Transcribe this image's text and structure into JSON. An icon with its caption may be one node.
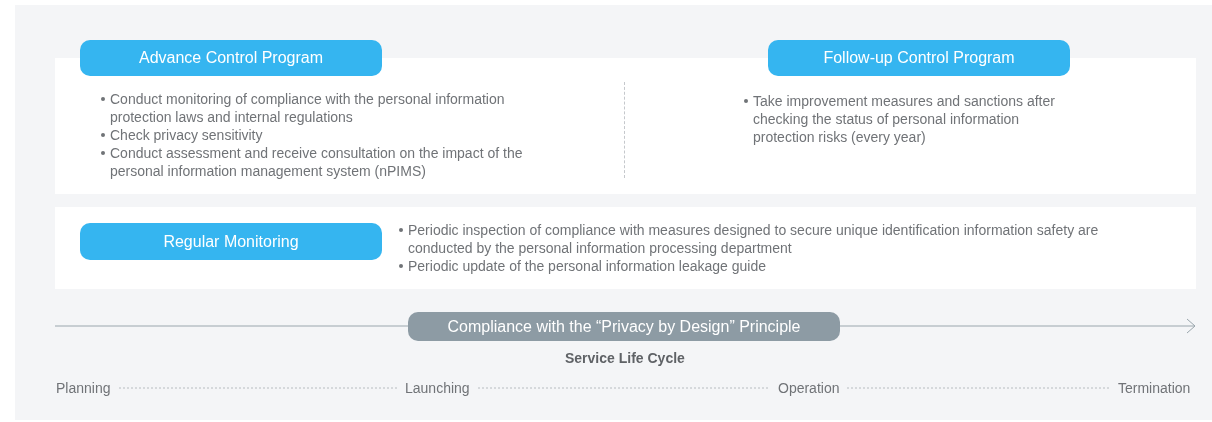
{
  "diagram": {
    "nodes": [
      {
        "text": [
          "Advance Control Program"
        ],
        "beside": [
          "Conduct monitoring of compliance with the personal information protection laws and internal regulations",
          "Check privacy sensitivity",
          "Conduct assessment and receive consultation on the impact of the personal information management system (nPIMS)"
        ]
      },
      {
        "text": [
          "Follow-up Control Program"
        ],
        "beside": [
          "Take improvement measures and sanctions after checking the status of personal information protection risks (every year)"
        ]
      },
      {
        "text": [
          "Regular Monitoring"
        ],
        "beside": [
          "Periodic inspection of compliance with measures designed to secure unique identification information safety are conducted by the personal information processing department",
          "Periodic update of the personal information leakage guide"
        ]
      },
      {
        "text": [
          "Compliance with the “Privacy by Design” Principle"
        ]
      }
    ],
    "edges": [],
    "labels": [
      "Service Life Cycle",
      "Planning",
      "Launching",
      "Operation",
      "Termination"
    ]
  }
}
